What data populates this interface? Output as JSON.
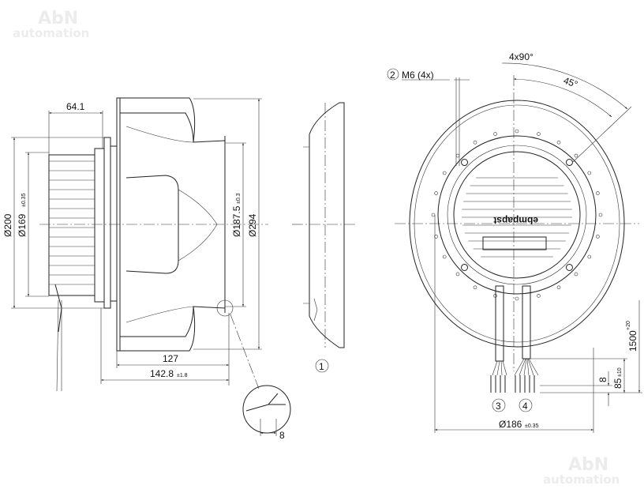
{
  "watermark": {
    "line1": "AbN",
    "line2": "automation"
  },
  "side_view": {
    "dim_64_1": "64.1",
    "dim_200": "Ø200",
    "dim_169": "Ø169",
    "dim_169_tol": "±0.35",
    "dim_187_5": "Ø187.5",
    "dim_187_5_tol": "±0.3",
    "dim_294": "Ø294",
    "dim_127": "127",
    "dim_142_8": "142.8",
    "dim_142_8_tol": "±1.8",
    "dim_8": "8"
  },
  "inlet_ring": {
    "callout": "1"
  },
  "front_view": {
    "callout_2": "2",
    "m6_label": "M6 (4x)",
    "angle_4x90": "4x90°",
    "angle_45": "45°",
    "brand": "ebmpapst",
    "callout_3": "3",
    "callout_4": "4",
    "dim_186": "Ø186",
    "dim_186_tol": "±0.35",
    "dim_1500": "1500",
    "dim_1500_tol": "+20",
    "dim_85": "85",
    "dim_85_tol": "±10",
    "dim_8": "8"
  }
}
